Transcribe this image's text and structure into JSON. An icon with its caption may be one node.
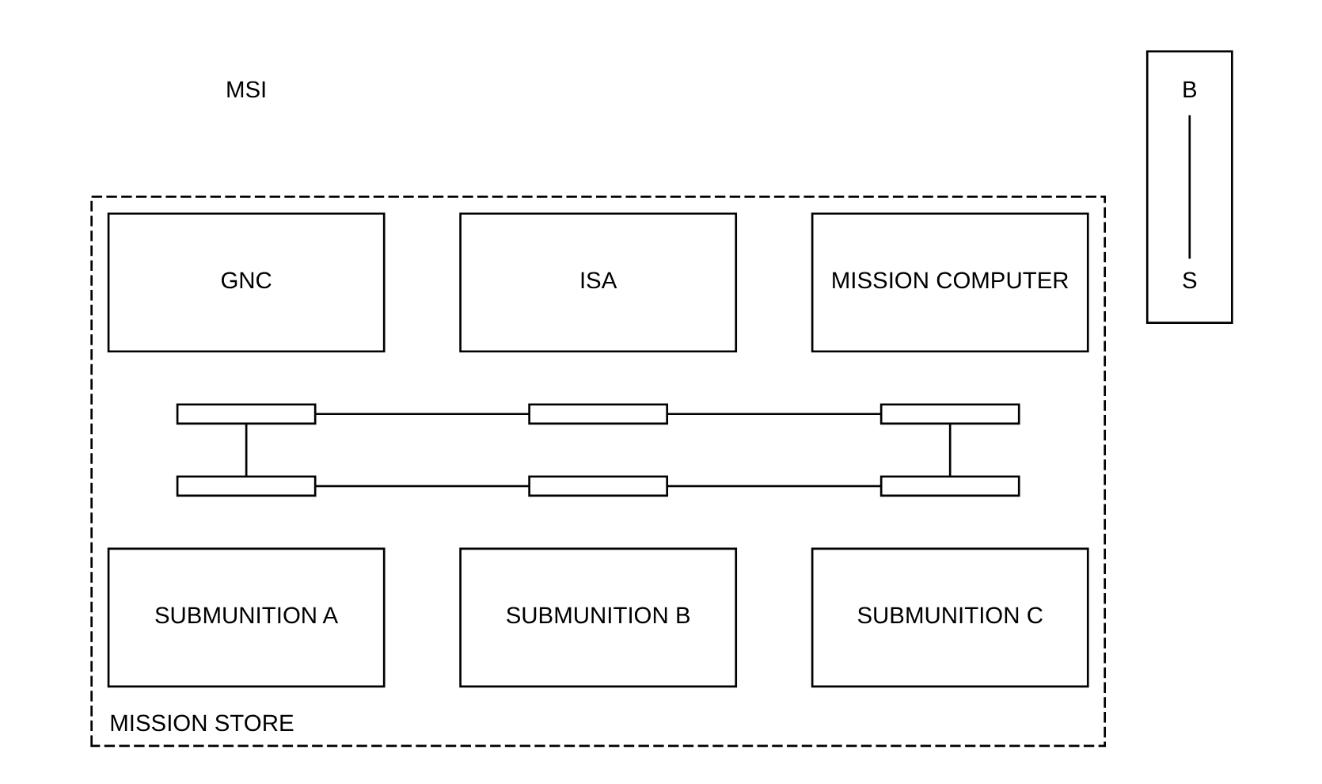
{
  "diagram": {
    "nodes": [
      {
        "text": [
          "MISSION STORE"
        ]
      },
      {
        "text": [],
        "shape": "box"
      },
      {
        "text": [
          "B"
        ],
        "in": 1
      },
      {
        "text": [
          "S"
        ],
        "in": 1
      },
      {
        "text": [
          "GNC"
        ],
        "in": 0
      },
      {
        "text": [
          "ISA"
        ],
        "in": 0
      },
      {
        "text": [
          "MISSION COMPUTER"
        ],
        "in": 0
      },
      {
        "text": [],
        "shape": "bar",
        "in": 0
      },
      {
        "text": [],
        "shape": "bar",
        "in": 0
      },
      {
        "text": [],
        "shape": "bar",
        "in": 0
      },
      {
        "text": [],
        "shape": "bar",
        "in": 0
      },
      {
        "text": [],
        "shape": "bar",
        "in": 0
      },
      {
        "text": [],
        "shape": "bar",
        "in": 0
      },
      {
        "text": [
          "SUBMUNITION A"
        ],
        "in": 0
      },
      {
        "text": [
          "SUBMUNITION B"
        ],
        "in": 0
      },
      {
        "text": [
          "SUBMUNITION C"
        ],
        "in": 0
      }
    ],
    "edges": [
      {
        "from": 2,
        "to": 3,
        "arrow": "none"
      },
      {
        "from": 7,
        "to": 8,
        "arrow": "none"
      },
      {
        "from": 8,
        "to": 9,
        "arrow": "none"
      },
      {
        "from": 7,
        "to": 10,
        "arrow": "none"
      },
      {
        "from": 9,
        "to": 12,
        "arrow": "none"
      },
      {
        "from": 10,
        "to": 11,
        "arrow": "none"
      },
      {
        "from": 11,
        "to": 12,
        "arrow": "none"
      }
    ],
    "labels": [
      "MSI"
    ]
  }
}
